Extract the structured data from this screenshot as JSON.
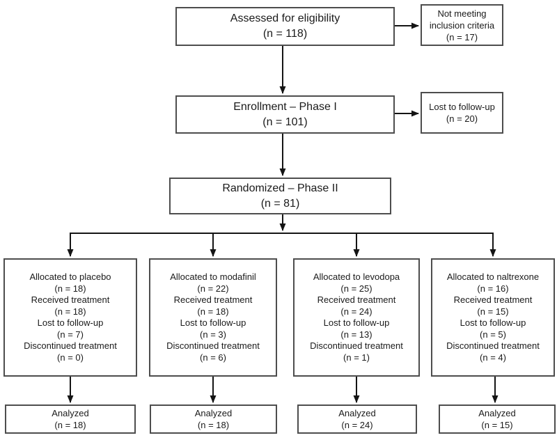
{
  "colors": {
    "box_border": "#4d4d4d",
    "arrow": "#141414",
    "text": "#1a1a1a",
    "background": "#ffffff"
  },
  "boxes": {
    "assessed": [
      "Assessed for eligibility",
      "(n = 118)"
    ],
    "not_meeting_criteria": [
      "Not meeting",
      "inclusion criteria",
      "(n = 17)"
    ],
    "enrollment": [
      "Enrollment – Phase I",
      "(n = 101)"
    ],
    "lost_followup_phase1": [
      "Lost to follow-up",
      "(n = 20)"
    ],
    "randomized": [
      "Randomized – Phase II",
      "(n = 81)"
    ],
    "arms": [
      {
        "allocation": [
          "Allocated to placebo",
          "(n = 18)",
          "Received treatment",
          "(n = 18)",
          "Lost to follow-up",
          "(n = 7)",
          "Discontinued treatment",
          "(n = 0)"
        ],
        "analyzed": [
          "Analyzed",
          "(n = 18)"
        ]
      },
      {
        "allocation": [
          "Allocated to modafinil",
          "(n = 22)",
          "Received treatment",
          "(n = 18)",
          "Lost to follow-up",
          "(n = 3)",
          "Discontinued treatment",
          "(n = 6)"
        ],
        "analyzed": [
          "Analyzed",
          "(n = 18)"
        ]
      },
      {
        "allocation": [
          "Allocated to levodopa",
          "(n = 25)",
          "Received treatment",
          "(n = 24)",
          "Lost to follow-up",
          "(n = 13)",
          "Discontinued treatment",
          "(n = 1)"
        ],
        "analyzed": [
          "Analyzed",
          "(n = 24)"
        ]
      },
      {
        "allocation": [
          "Allocated to naltrexone",
          "(n = 16)",
          "Received treatment",
          "(n = 15)",
          "Lost to follow-up",
          "(n = 5)",
          "Discontinued treatment",
          "(n = 4)"
        ],
        "analyzed": [
          "Analyzed",
          "(n = 15)"
        ]
      }
    ]
  }
}
